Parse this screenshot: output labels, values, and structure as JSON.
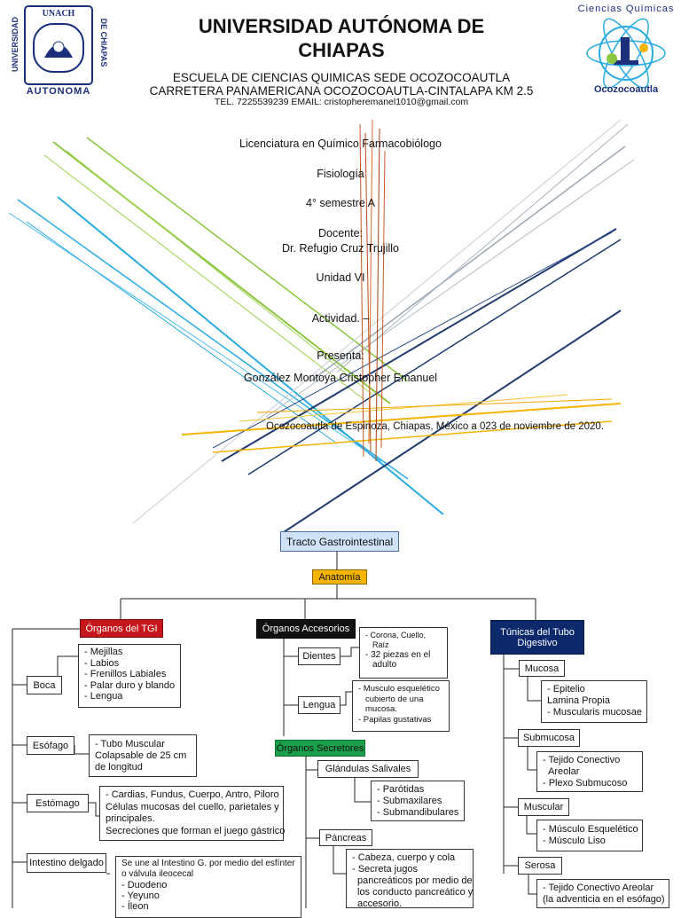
{
  "header": {
    "university_line1": "UNIVERSIDAD AUTÓNOMA DE",
    "university_line2": "CHIAPAS",
    "school": "ESCUELA DE CIENCIAS QUIMICAS SEDE OCOZOCOAUTLA",
    "address": "CARRETERA PANAMERICANA OCOZOCOAUTLA-CINTALAPA KM 2.5",
    "contact": "TEL. 7225539239 EMAIL: cristopheremanel1010@gmail.com"
  },
  "logo_left": {
    "acronym": "UNACH",
    "left_text": "UNIVERSIDAD",
    "right_text": "DE CHIAPAS",
    "bottom_text": "AUTONOMA"
  },
  "logo_right": {
    "top_text": "Ciencias Químicas",
    "bottom_text": "Ocozocoautla"
  },
  "cover": {
    "career": "Licenciatura en Químico Farmacobiólogo",
    "subject": "Fisiología",
    "semester": "4° semestre A",
    "teacher_label": "Docente:",
    "teacher_name": "Dr. Refugio Cruz Trujillo",
    "unit": "Unidad VI",
    "activity": "Actividad. –",
    "presents_label": "Presenta:",
    "student": "González Montoya Cristopher Emanuel",
    "place_date": "Ocozocoautla de Espinoza, Chiapas, México a 023 de noviembre de 2020."
  },
  "map": {
    "root": "Tracto Gastrointestinal",
    "anatomy": "Anatomía",
    "organs_tgi": "Órganos del TGI",
    "organs_accessory": "Órganos Accesorios",
    "tunics": "Túnicas del Tubo Digestivo",
    "boca": "Boca",
    "boca_items": [
      "- Mejillas",
      "- Labios",
      "- Frenillos Labiales",
      "- Palar duro y blando",
      "- Lengua"
    ],
    "esofago": "Esófago",
    "esofago_items": [
      "- Tubo Muscular",
      "Colapsable de 25 cm",
      "de longitud"
    ],
    "estomago": "Estómago",
    "estomago_items": [
      "- Cardias, Fundus, Cuerpo, Antro, Piloro",
      "Células mucosas del cuello, parietales y",
      "principales.",
      "Secreciones que forman el juego gástrico"
    ],
    "intestino": "Intestino delgado",
    "intestino_items": [
      "Se une al Intestino G. por medio del esfínter",
      "o válvula ileocecal",
      "- Duodeno",
      "- Yeyuno",
      "- Íleon"
    ],
    "dientes": "Dientes",
    "dientes_items": [
      "- Corona, Cuello,",
      "Raíz",
      "- 32 piezas en el",
      "adulto"
    ],
    "lengua": "Lengua",
    "lengua_items": [
      "- Musculo esquelético",
      "cubierto de una",
      "mucosa.",
      "- Papilas gustativas"
    ],
    "secretores": "Órganos Secretores",
    "glandulas": "Glándulas Salivales",
    "glandulas_items": [
      "- Parótidas",
      "- Submaxilares",
      "- Submandibulares"
    ],
    "pancreas": "Páncreas",
    "pancreas_items": [
      "- Cabeza, cuerpo y cola",
      "- Secreta jugos",
      "pancreáticos por medio de",
      "los conducto pancreático y",
      "accesorio."
    ],
    "mucosa": "Mucosa",
    "mucosa_items": [
      "- Epitelio",
      "Lamina Propia",
      "- Muscularis mucosae"
    ],
    "submucosa": "Submucosa",
    "submucosa_items": [
      "- Tejido Conectivo",
      "Areolar",
      "- Plexo Submucoso"
    ],
    "muscular": "Muscular",
    "muscular_items": [
      "- Músculo Esquelético",
      "- Músculo Liso"
    ],
    "serosa": "Serosa",
    "serosa_items": [
      "- Tejido Conectivo Areolar",
      "(la adventicia en el esófago)"
    ]
  },
  "colors": {
    "red": "#c4161c",
    "navy": "#0c2a6b",
    "green": "#1aa04a",
    "gold": "#f5b400",
    "lightblue": "#cfe2f8"
  }
}
